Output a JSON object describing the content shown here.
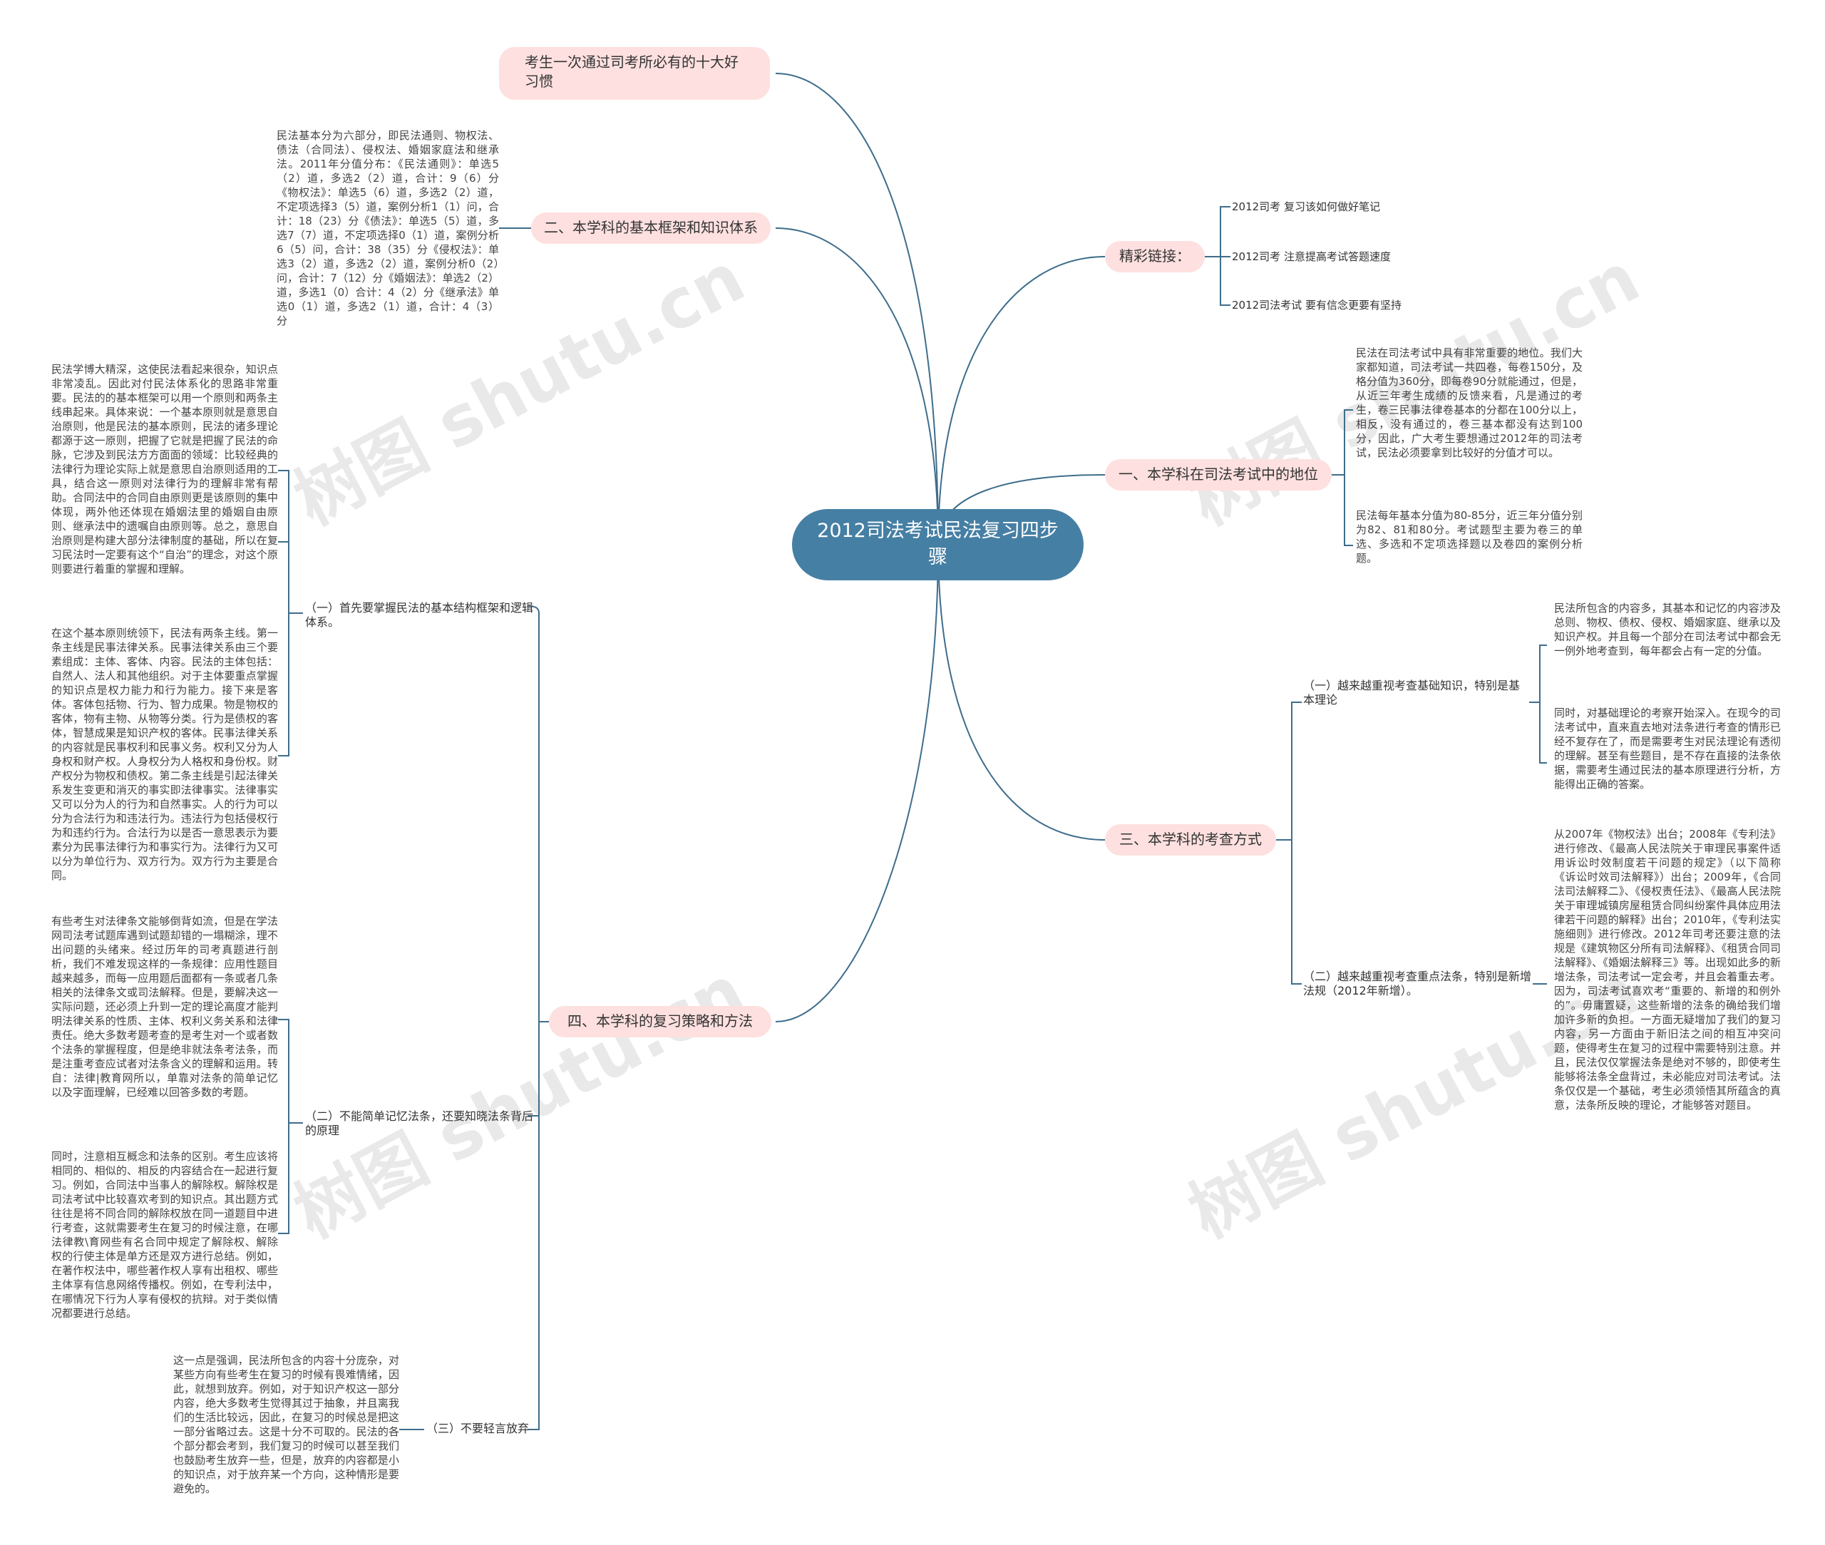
{
  "colors": {
    "root_fill": "#467fa4",
    "root_text": "#ffffff",
    "branch_fill": "#fde0df",
    "connector": "#3e6d8c"
  },
  "watermark": "树图 shutu.cn",
  "root": {
    "label": "2012司法考试民法复习四步骤"
  },
  "habits": {
    "label": "考生一次通过司考所必有的十大好习惯"
  },
  "framework": {
    "label": "二、本学科的基本框架和知识体系",
    "text": "民法基本分为六部分，即民法通则、物权法、债法（合同法）、侵权法、婚姻家庭法和继承法。2011年分值分布：《民法通则》：单选5（2）道，多选2（2）道，合计：9（6）分《物权法》：单选5（6）道，多选2（2）道，不定项选择3（5）道，案例分析1（1）问，合计：18（23）分《债法》：单选5（5）道，多选7（7）道，不定项选择0（1）道，案例分析6（5）问，合计：38（35）分《侵权法》：单选3（2）道，多选2（2）道，案例分析0（2）问，合计：7（12）分《婚姻法》：单选2（2）道，多选1（0）合计：4（2）分《继承法》单选0（1）道，多选2（1）道，合计：4（3）分"
  },
  "strategy": {
    "label": "四、本学科的复习策略和方法",
    "sub1": {
      "label": "（一）首先要掌握民法的基本结构框架和逻辑体系。",
      "text1": "民法学博大精深，这使民法看起来很杂，知识点非常凌乱。因此对付民法体系化的思路非常重要。民法的的基本框架可以用一个原则和两条主线串起来。具体来说：一个基本原则就是意思自治原则，他是民法的基本原则，民法的诸多理论都源于这一原则，把握了它就是把握了民法的命脉，它涉及到民法方方面面的领域：比较经典的法律行为理论实际上就是意思自治原则适用的工具，结合这一原则对法律行为的理解非常有帮助。合同法中的合同自由原则更是该原则的集中体现，两外他还体现在婚姻法里的婚姻自由原则、继承法中的遗嘱自由原则等。总之，意思自治原则是构建大部分法律制度的基础，所以在复习民法时一定要有这个“自治”的理念，对这个原则要进行着重的掌握和理解。",
      "text2": "在这个基本原则统领下，民法有两条主线。第一条主线是民事法律关系。民事法律关系由三个要素组成：主体、客体、内容。民法的主体包括：自然人、法人和其他组织。对于主体要重点掌握的知识点是权力能力和行为能力。接下来是客体。客体包括物、行为、智力成果。物是物权的客体，物有主物、从物等分类。行为是债权的客体，智慧成果是知识产权的客体。民事法律关系的内容就是民事权利和民事义务。权利又分为人身权和财产权。人身权分为人格权和身份权。财产权分为物权和债权。第二条主线是引起法律关系发生变更和消灭的事实即法律事实。法律事实又可以分为人的行为和自然事实。人的行为可以分为合法行为和违法行为。违法行为包括侵权行为和违约行为。合法行为以是否一意思表示为要素分为民事法律行为和事实行为。法律行为又可以分为单位行为、双方行为。双方行为主要是合同。"
    },
    "sub2": {
      "label": "（二）不能简单记忆法条，还要知晓法条背后的原理",
      "text1": "有些考生对法律条文能够倒背如流，但是在学法网司法考试题库遇到试题却错的一塌糊涂，理不出问题的头绪来。经过历年的司考真题进行剖析，我们不难发现这样的一条规律：应用性题目越来越多，而每一应用题后面都有一条或者几条相关的法律条文或司法解释。但是，要解决这一实际问题，还必须上升到一定的理论高度才能判明法律关系的性质、主体、权利义务关系和法律责任。绝大多数考题考查的是考生对一个或者数个法条的掌握程度，但是绝非就法条考法条，而是注重考查应试者对法条含义的理解和运用。转自：法律|教育网所以，单靠对法条的简单记忆以及字面理解，已经难以回答多数的考题。",
      "text2": "同时，注意相互概念和法条的区别。考生应该将相同的、相似的、相反的内容结合在一起进行复习。例如，合同法中当事人的解除权。解除权是司法考试中比较喜欢考到的知识点。其出题方式往往是将不同合同的解除权放在同一道题目中进行考查，这就需要考生在复习的时候注意，在哪法律教\\育网些有名合同中规定了解除权、解除权的行使主体是单方还是双方进行总结。例如，在著作权法中，哪些著作权人享有出租权、哪些主体享有信息网络传播权。例如，在专利法中，在哪情况下行为人享有侵权的抗辩。对于类似情况都要进行总结。"
    },
    "sub3": {
      "label": "（三）不要轻言放弃",
      "text": "这一点是强调，民法所包含的内容十分庞杂，对某些方向有些考生在复习的时候有畏难情绪，因此，就想到放弃。例如，对于知识产权这一部分内容，绝大多数考生觉得其过于抽象，并且离我们的生活比较远，因此，在复习的时候总是把这一部分省略过去。这是十分不可取的。民法的各个部分都会考到，我们复习的时候可以甚至我们也鼓励考生放弃一些，但是，放弃的内容都是小的知识点，对于放弃某一个方向，这种情形是要避免的。"
    }
  },
  "links": {
    "label": "精彩链接：",
    "items": [
      "2012司考 复习该如何做好笔记",
      "2012司考 注意提高考试答题速度",
      "2012司法考试 要有信念更要有坚持"
    ]
  },
  "position": {
    "label": "一、本学科在司法考试中的地位",
    "text1": "民法在司法考试中具有非常重要的地位。我们大家都知道，司法考试一共四卷，每卷150分，及格分值为360分，即每卷90分就能通过，但是，从近三年考生成绩的反馈来看，凡是通过的考生，卷三民事法律卷基本的分都在100分以上，相反，没有通过的，卷三基本都没有达到100分，因此，广大考生要想通过2012年的司法考试，民法必须要拿到比较好的分值才可以。",
    "text2": "民法每年基本分值为80-85分，近三年分值分别为82、81和80分。考试题型主要为卷三的单选、多选和不定项选择题以及卷四的案例分析题。"
  },
  "method": {
    "label": "三、本学科的考查方式",
    "sub1": {
      "label": "（一）越来越重视考查基础知识，特别是基本理论",
      "text1": "民法所包含的内容多，其基本和记忆的内容涉及总则、物权、债权、侵权、婚姻家庭、继承以及知识产权。并且每一个部分在司法考试中都会无一例外地考查到，每年都会占有一定的分值。",
      "text2": "同时，对基础理论的考察开始深入。在现今的司法考试中，直来直去地对法条进行考查的情形已经不复存在了，而是需要考生对民法理论有透彻的理解。甚至有些题目，是不存在直接的法条依据，需要考生通过民法的基本原理进行分析，方能得出正确的答案。"
    },
    "sub2": {
      "label": "（二）越来越重视考查重点法条，特别是新增法规（2012年新增）。",
      "text": "从2007年《物权法》出台；2008年《专利法》进行修改、《最高人民法院关于审理民事案件适用诉讼时效制度若干问题的规定》（以下简称《诉讼时效司法解释》）出台；2009年，《合同法司法解释二》、《侵权责任法》、《最高人民法院关于审理城镇房屋租赁合同纠纷案件具体应用法律若干问题的解释》出台；2010年，《专利法实施细则》进行修改。2012年司考还要注意的法规是《建筑物区分所有司法解释》、《租赁合同司法解释》、《婚姻法解释三》等。出现如此多的新增法条，司法考试一定会考，并且会着重去考。因为，司法考试喜欢考“重要的、新增的和例外的”。毋庸置疑，这些新增的法条的确给我们增加许多新的负担。一方面无疑增加了我们的复习内容，另一方面由于新旧法之间的相互冲突问题，使得考生在复习的过程中需要特别注意。并且，民法仅仅掌握法条是绝对不够的，即使考生能够将法条全盘背过，未必能应对司法考试。法条仅仅是一个基础，考生必须领悟其所蕴含的真意，法条所反映的理论，才能够答对题目。"
    }
  }
}
